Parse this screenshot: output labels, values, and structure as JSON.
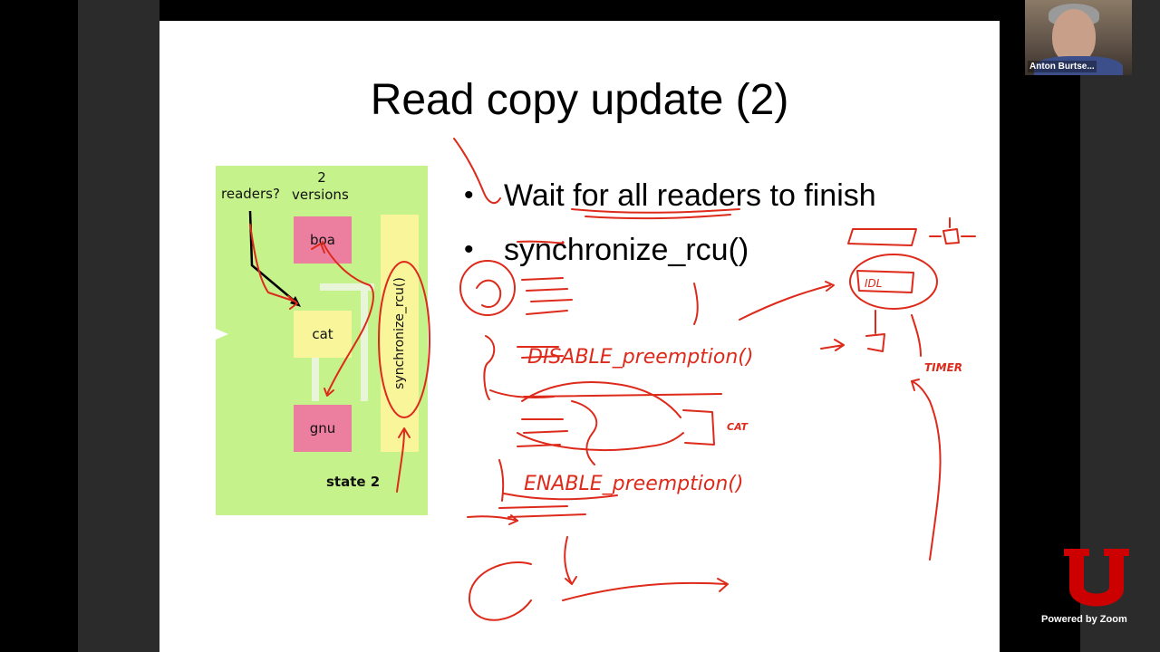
{
  "slide": {
    "title": "Read copy update (2)",
    "bullets": [
      "Wait for all readers to finish",
      "synchronize_rcu()"
    ],
    "bullet_symbol": "•"
  },
  "diagram": {
    "readers_label": "readers?",
    "versions_count": "2",
    "versions_label": "versions",
    "nodes": [
      "boa",
      "cat",
      "gnu"
    ],
    "sync_label": "synchronize_rcu()",
    "state_label": "state 2",
    "colors": {
      "background": "#c6f28b",
      "pink": "#ec7f9f",
      "yellow": "#f8f59b"
    }
  },
  "annotations": {
    "ink_color": "#dd2a1b",
    "texts": [
      "DISABLE_preemption()",
      "ENABLE_preemption()",
      "CAT",
      "TIMER",
      "IDL"
    ]
  },
  "participant": {
    "name": "Anton Burtse..."
  },
  "branding": {
    "powered_by": "Powered by Zoom",
    "logo_color": "#cc0000"
  }
}
